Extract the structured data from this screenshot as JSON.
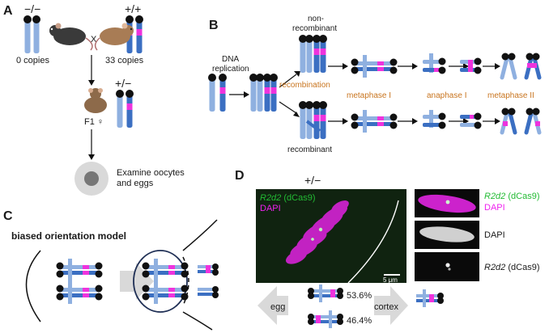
{
  "panels": {
    "A": {
      "letter": "A",
      "genotype_left": "−/−",
      "genotype_right": "+/+",
      "cross_symbol": "X",
      "copies_left": "0 copies",
      "copies_right": "33 copies",
      "genotype_f1": "+/−",
      "f1_label": "F1 ♀",
      "examine_line1": "Examine oocytes",
      "examine_line2": "and eggs"
    },
    "B": {
      "letter": "B",
      "dna_line1": "DNA",
      "dna_line2": "replication",
      "nonrec_line1": "non-",
      "nonrec_line2": "recombinant",
      "recombination": "recombination",
      "metaphase_i": "metaphase I",
      "anaphase_i": "anaphase I",
      "metaphase_ii": "metaphase II",
      "recombinant": "recombinant"
    },
    "C": {
      "letter": "C",
      "title": "biased orientation model"
    },
    "D": {
      "letter": "D",
      "genotype": "+/−",
      "micro_label_gene": "R2d2",
      "micro_label_dcas": " (dCas9)",
      "micro_label_dapi": "DAPI",
      "scale_bar": "5 μm",
      "inset_gene": "R2d2",
      "inset_dcas": " (dCas9)",
      "inset_dapi": "DAPI",
      "gray_dapi": "DAPI",
      "gray_gene": "R2d2",
      "gray_dcas": " (dCas9)",
      "egg_arrow": "egg",
      "cortex_arrow": "cortex",
      "pct_top": "53.6%",
      "pct_bottom": "46.4%"
    }
  },
  "colors": {
    "light_chromosome": "#8fb0e0",
    "dark_chromosome": "#3b6fc2",
    "centromere": "#111111",
    "repeat": "#ee33dd",
    "annotation_text": "#c8741e"
  }
}
